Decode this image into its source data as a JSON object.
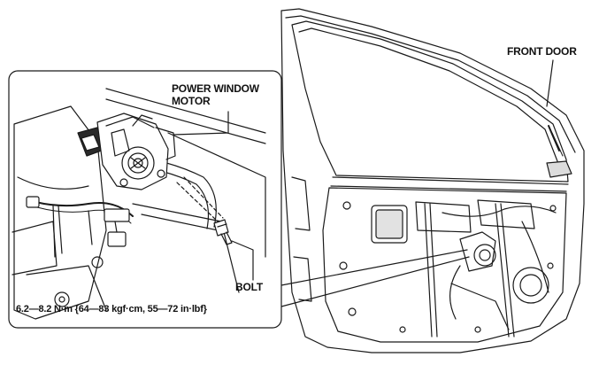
{
  "labels": {
    "front_door": "FRONT DOOR",
    "power_window_motor_line1": "POWER WINDOW",
    "power_window_motor_line2": "MOTOR",
    "bolt": "BOLT",
    "torque_spec": "6.2—8.2 N·m {64—83 kgf·cm, 55—72 in·lbf}"
  },
  "colors": {
    "line": "#1a1a1a",
    "background": "#ffffff",
    "shade": "#cfcfcf"
  }
}
